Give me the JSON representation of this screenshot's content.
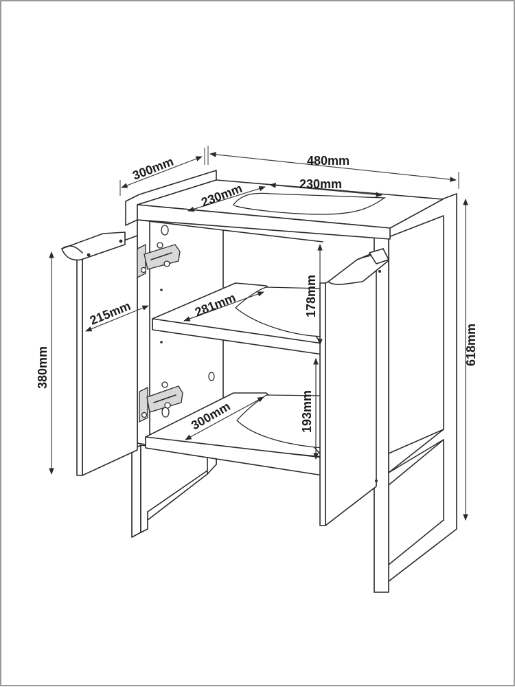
{
  "dimensions": {
    "depth": "300mm",
    "width": "480mm",
    "top_cutout_depth": "230mm",
    "top_cutout_width": "230mm",
    "door_width": "215mm",
    "middle_shelf_depth": "281mm",
    "upper_compartment_height": "178mm",
    "cabinet_height": "380mm",
    "lower_compartment_height": "193mm",
    "bottom_shelf_depth": "300mm",
    "total_height": "618mm"
  }
}
